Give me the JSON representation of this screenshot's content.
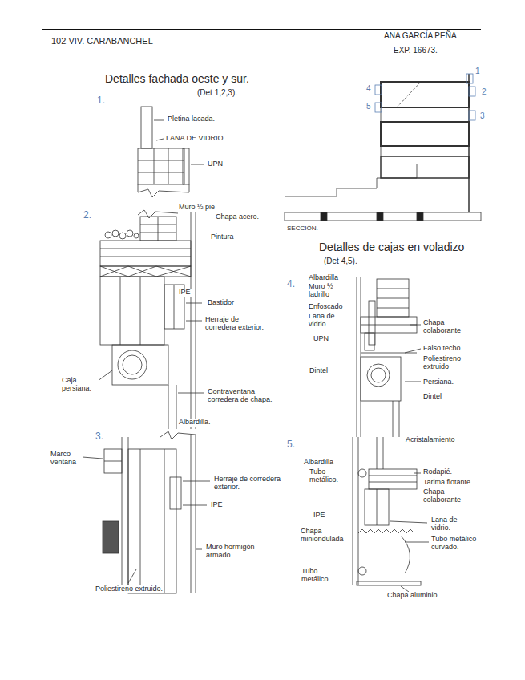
{
  "diagram": {
    "title": "102 VIV. CARABANCHEL",
    "labels": [
      "ANA GARCÍA PEÑA",
      "EXP. 16673.",
      "Detalles fachada oeste y sur.",
      "(Det 1,2,3).",
      "1.",
      "Pletina lacada.",
      "LANA DE VIDRIO.",
      "UPN",
      "2.",
      "Muro ½ pie",
      "Chapa acero.",
      "Pintura",
      "IPE",
      "Bastidor",
      "Herraje de corredera exterior.",
      "Caja persiana.",
      "Contraventana corredera de chapa.",
      "3.",
      "Albardilla.",
      "Marco ventana",
      "Herraje de corredera exterior.",
      "IPE",
      "Muro hormigón armado.",
      "Poliestireno extruido.",
      "1",
      "2",
      "3",
      "4",
      "5",
      "SECCIÓN.",
      "Detalles de cajas en voladizo",
      "(Det 4,5).",
      "4.",
      "Albardilla",
      "Muro ½ ladrillo",
      "Enfoscado",
      "Lana de vidrio",
      "UPN",
      "Dintel",
      "Chapa colaborante",
      "Falso techo.",
      "Poliestireno extruido",
      "Persiana.",
      "Dintel",
      "5.",
      "Acristalamiento",
      "Albardilla",
      "Tubo metálico.",
      "Rodapié.",
      "Tarima flotante",
      "Chapa colaborante",
      "IPE",
      "Lana de vidrio.",
      "Chapa miniondulada",
      "Tubo metálico curvado.",
      "Tubo metálico.",
      "Chapa aluminio."
    ]
  }
}
